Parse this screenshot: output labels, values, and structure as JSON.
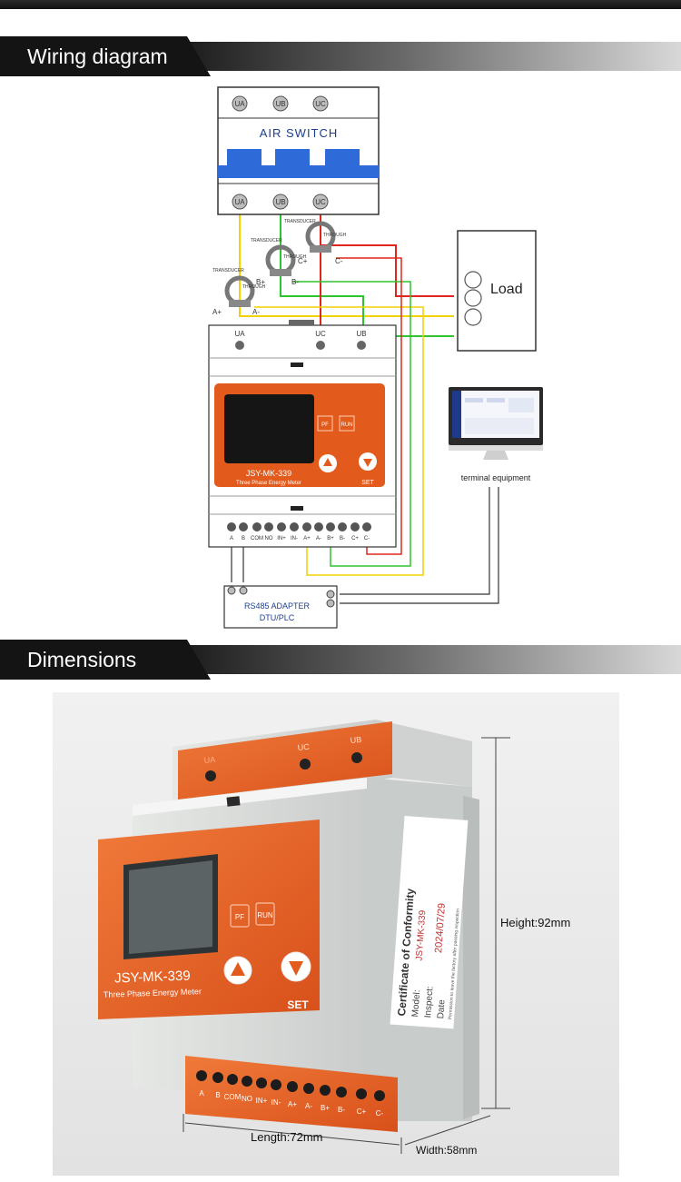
{
  "sections": {
    "wiring_title": "Wiring diagram",
    "dimensions_title": "Dimensions"
  },
  "breaker": {
    "top_terminals": [
      "UA",
      "UB",
      "UC"
    ],
    "label": "AIR SWITCH",
    "bottom_terminals": [
      "UA",
      "UB",
      "UC"
    ]
  },
  "transducers": [
    {
      "tag_top": "TRANSDUCER",
      "tag_mid": "THROUGH",
      "plus": "A+",
      "minus": "A-"
    },
    {
      "tag_top": "TRANSDUCER",
      "tag_mid": "THROUGH",
      "plus": "B+",
      "minus": "B-"
    },
    {
      "tag_top": "TRANSDUCER",
      "tag_mid": "THROUGH",
      "plus": "C+",
      "minus": "C-"
    }
  ],
  "load": {
    "label": "Load"
  },
  "meter": {
    "voltage_terminals": [
      "UA",
      "UC",
      "UB"
    ],
    "model": "JSY-MK-339",
    "subtitle": "Three Phase Energy Meter",
    "pf": "PF",
    "run": "RUN",
    "set": "SET",
    "bottom_terminals": [
      "A",
      "B",
      "COM",
      "NO",
      "IN+",
      "IN-",
      "A+",
      "A-",
      "B+",
      "B-",
      "C+",
      "C-"
    ]
  },
  "terminal_equipment": {
    "label": "terminal equipment"
  },
  "adapter": {
    "line1": "RS485 ADAPTER",
    "line2": "DTU/PLC"
  },
  "dimensions": {
    "height": "Height:92mm",
    "length": "Length:72mm",
    "width": "Width:58mm"
  },
  "certificate": {
    "title": "Certificate of Conformity",
    "model_label": "Model:",
    "model_value": "JSY-MK-339",
    "inspect_label": "Inspect:",
    "date_label": "Date",
    "date_value": "2024/07/29",
    "note": "Permission to leave the factory after passing inspection"
  },
  "colors": {
    "meter_orange": "#e25a1c",
    "wire_yellow": "#f2d200",
    "wire_green": "#2ec42e",
    "wire_red": "#e0261c",
    "breaker_blue": "#2f6ad9"
  }
}
